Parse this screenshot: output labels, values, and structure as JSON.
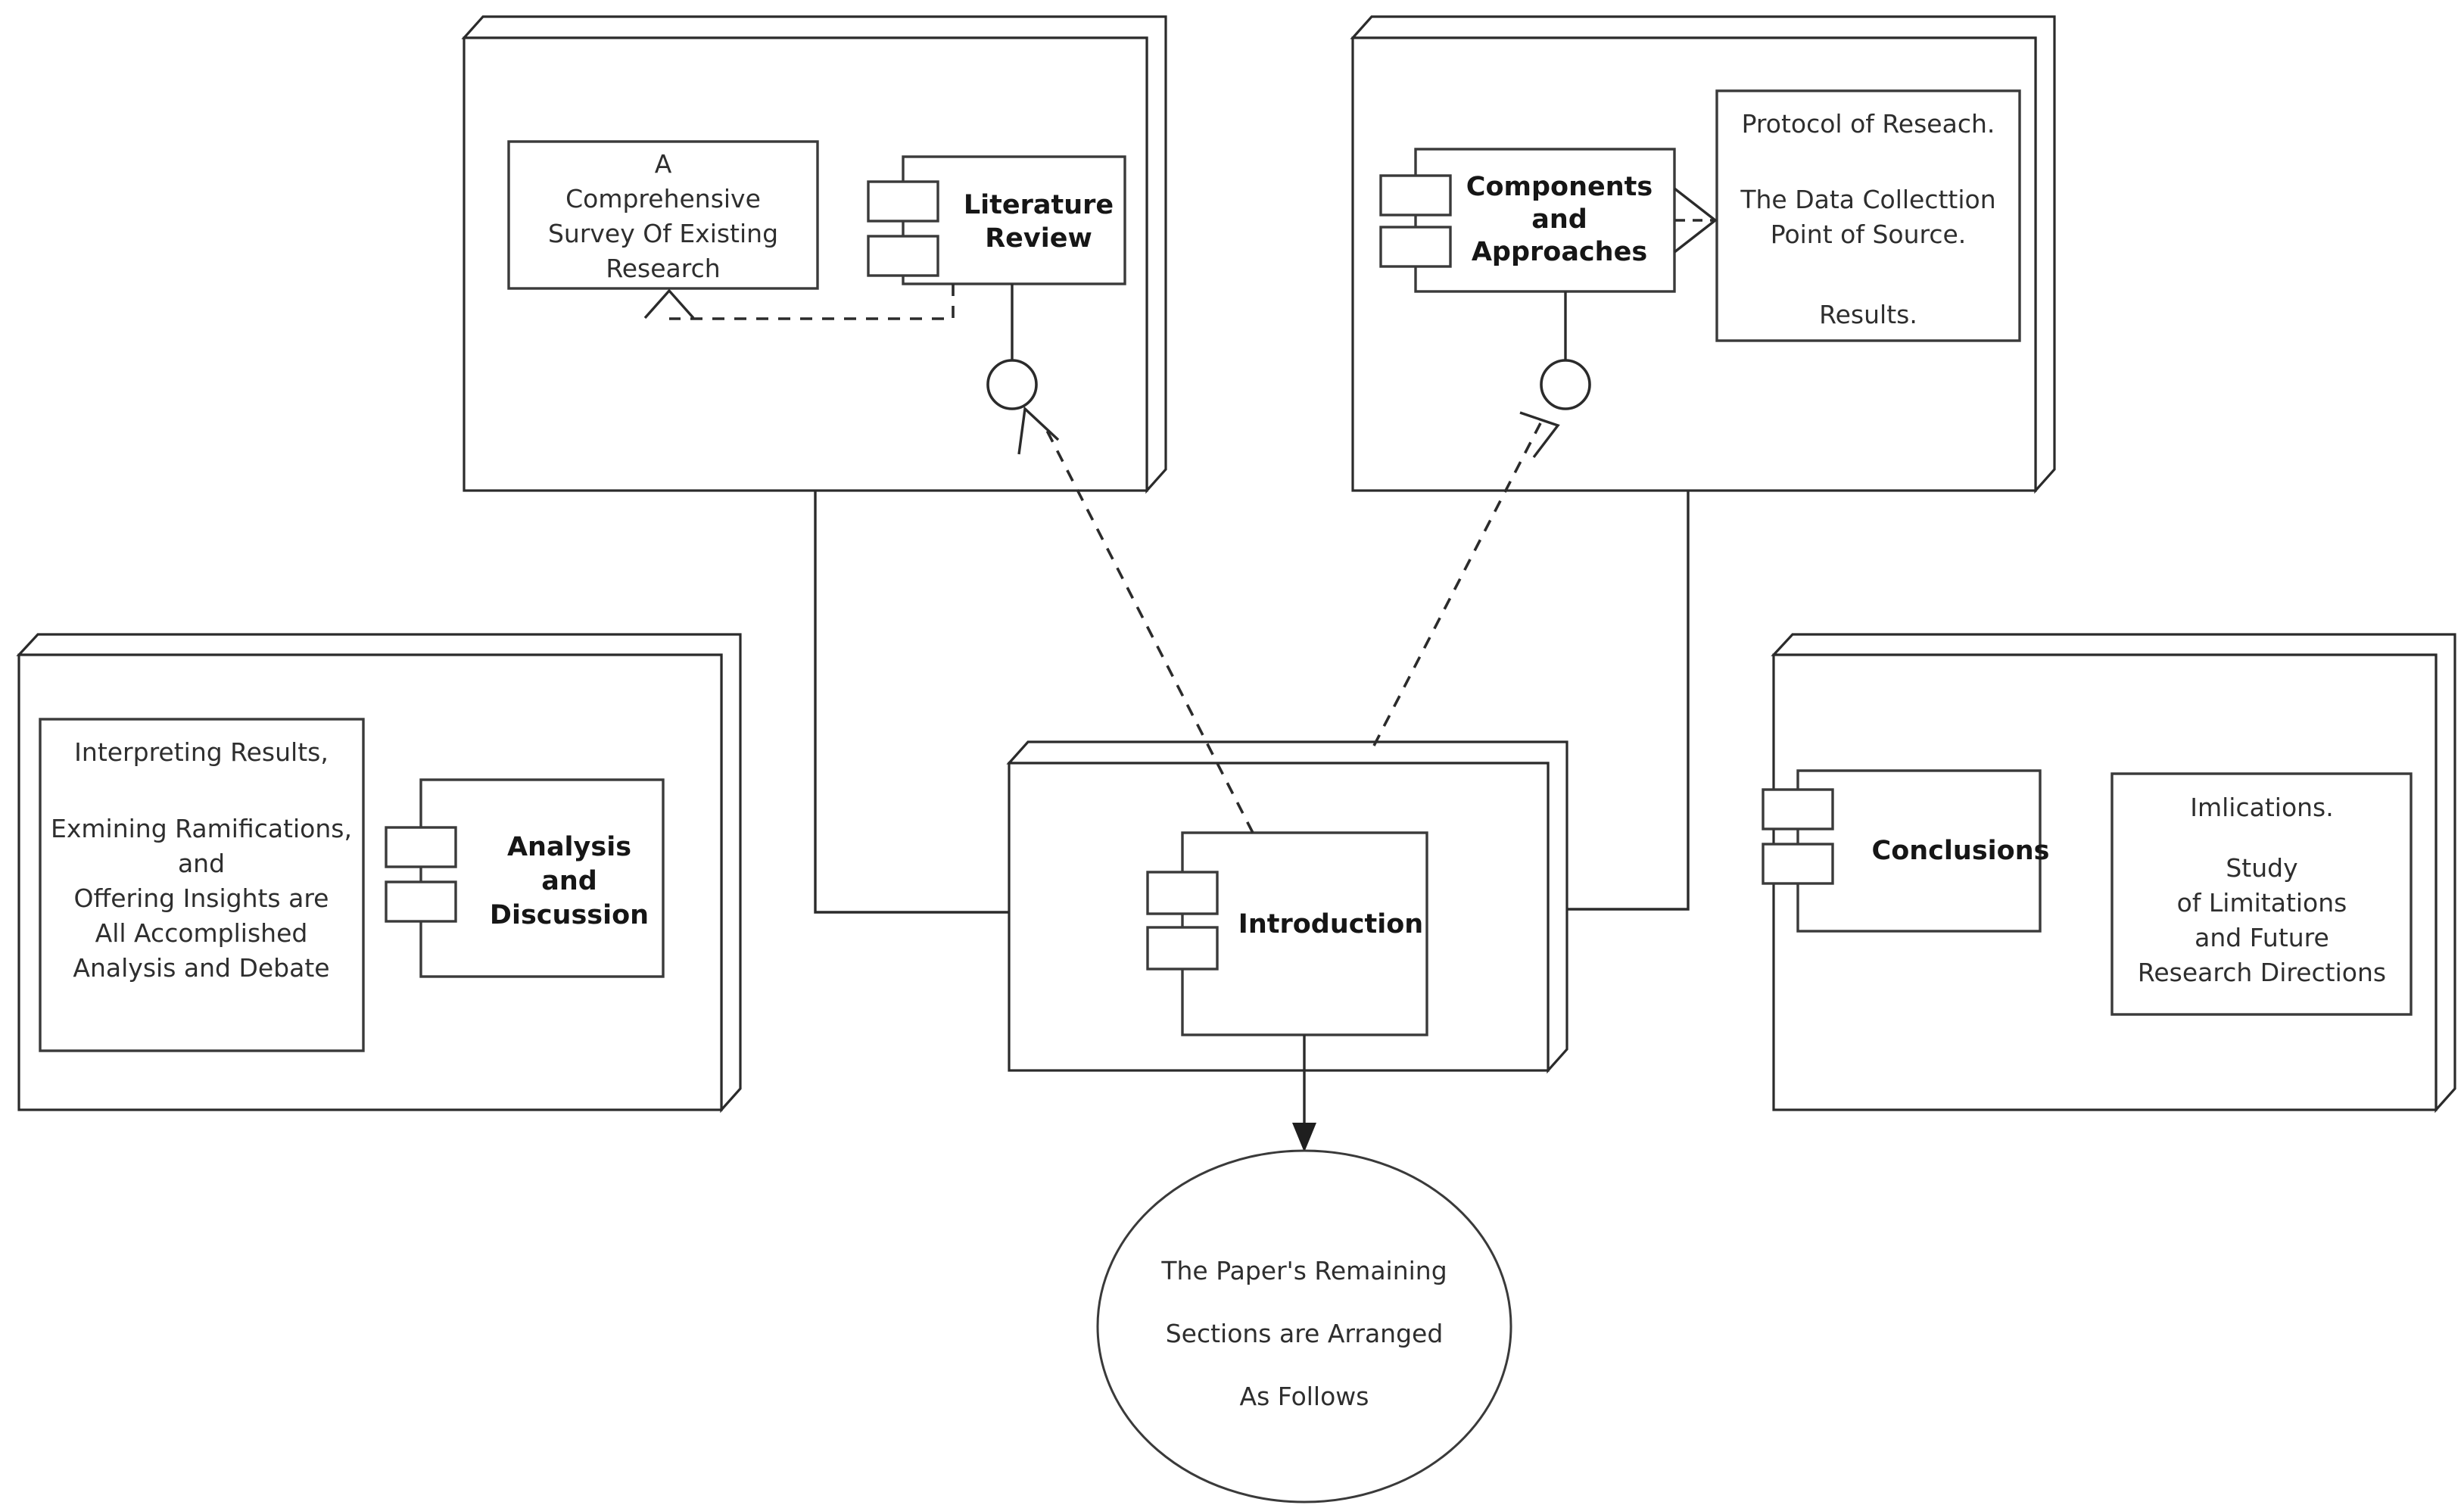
{
  "diagram": {
    "type": "uml-component-deployment-diagram",
    "title": "Paper Structure Component Diagram",
    "background": "#ffffff",
    "stroke_color": "#2b2b2b",
    "text_color": "#2e2e2e"
  },
  "nodes": [
    {
      "id": "node-literature-review",
      "component_label": "Literature\nReview",
      "component_label_lines": [
        "Literature",
        "Review"
      ],
      "note_lines": [
        "A",
        "Comprehensive",
        "Survey Of Existing",
        "Research"
      ],
      "note_text": "A Comprehensive Survey Of Existing Research"
    },
    {
      "id": "node-components-approaches",
      "component_label": "Components\nand\nApproaches",
      "component_label_lines": [
        "Components",
        "and",
        "Approaches"
      ],
      "note_lines": [
        "Protocol of Reseach.",
        "",
        "The Data Collecttion",
        "Point of Source.",
        "",
        "Results."
      ],
      "note_text": "Protocol of Reseach. The Data Collecttion Point of Source. Results."
    },
    {
      "id": "node-analysis-discussion",
      "component_label": "Analysis\nand\nDiscussion",
      "component_label_lines": [
        "Analysis",
        "and",
        "Discussion"
      ],
      "note_lines": [
        "Interpreting Results,",
        "",
        "Exmining Ramifications,",
        "and",
        "Offering Insights are",
        "All Accomplished",
        "Analysis and Debate"
      ],
      "note_text": "Interpreting Results, Exmining Ramifications, and Offering Insights are All Accomplished Analysis and Debate"
    },
    {
      "id": "node-introduction",
      "component_label": "Introduction",
      "component_label_lines": [
        "Introduction"
      ],
      "note_lines": [],
      "note_text": ""
    },
    {
      "id": "node-conclusions",
      "component_label": "Conclusions",
      "component_label_lines": [
        "Conclusions"
      ],
      "note_lines": [
        "Imlications.",
        "",
        "Study",
        "of Limitations",
        "and Future",
        "Research Directions"
      ],
      "note_text": "Imlications. Study of Limitations and Future Research Directions"
    }
  ],
  "ellipse": {
    "id": "note-remaining-sections",
    "lines": [
      "The Paper's Remaining",
      "Sections are Arranged",
      "As Follows"
    ],
    "text": "The Paper's Remaining Sections are Arranged As Follows"
  },
  "labels": {
    "lit_l1": "Literature",
    "lit_l2": "Review",
    "survey_l1": "A",
    "survey_l2": "Comprehensive",
    "survey_l3": "Survey Of Existing",
    "survey_l4": "Research",
    "comp_l1": "Components",
    "comp_l2": "and",
    "comp_l3": "Approaches",
    "proto_l1": "Protocol of Reseach.",
    "proto_l2": "The Data Collecttion",
    "proto_l3": "Point of Source.",
    "proto_l4": "Results.",
    "anal_l1": "Analysis",
    "anal_l2": "and",
    "anal_l3": "Discussion",
    "interp_l1": "Interpreting Results,",
    "interp_l2": "Exmining Ramifications,",
    "interp_l3": "and",
    "interp_l4": "Offering Insights are",
    "interp_l5": "All Accomplished",
    "interp_l6": "Analysis and Debate",
    "intro_l1": "Introduction",
    "concl_l1": "Conclusions",
    "impl_l1": "Imlications.",
    "impl_l2": "Study",
    "impl_l3": "of Limitations",
    "impl_l4": "and Future",
    "impl_l5": "Research Directions",
    "ell_l1": "The Paper's Remaining",
    "ell_l2": "Sections are Arranged",
    "ell_l3": "As Follows"
  },
  "connectors": [
    {
      "id": "dep-litreview-to-survey",
      "style": "dashed",
      "arrow": "open",
      "from": "node-literature-review-component",
      "to": "survey-note"
    },
    {
      "id": "iface-literature-review",
      "style": "lollipop",
      "arrow": "open-dashed",
      "from": "node-introduction",
      "to": "node-literature-review"
    },
    {
      "id": "dep-components-to-protocol",
      "style": "dashed",
      "arrow": "open",
      "from": "components-approaches-component",
      "to": "protocol-note"
    },
    {
      "id": "iface-components-approaches",
      "style": "lollipop",
      "arrow": "open-dashed",
      "from": "node-introduction",
      "to": "node-components-approaches"
    },
    {
      "id": "assoc-intro-to-literature-node",
      "style": "solid",
      "arrow": "none",
      "from": "node-introduction",
      "to": "node-literature-review"
    },
    {
      "id": "assoc-intro-to-components-node",
      "style": "solid",
      "arrow": "none",
      "from": "node-introduction",
      "to": "node-components-approaches"
    },
    {
      "id": "flow-intro-to-ellipse",
      "style": "solid",
      "arrow": "filled",
      "from": "node-introduction",
      "to": "note-remaining-sections"
    }
  ]
}
